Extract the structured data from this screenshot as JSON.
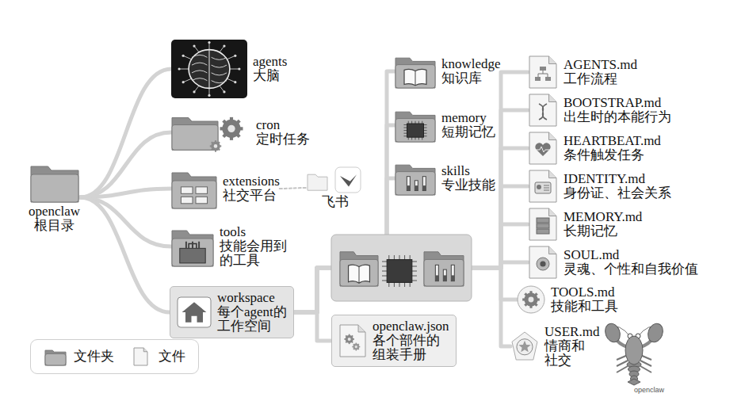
{
  "diagram": {
    "nodes": [
      {
        "text": [
          "openclaw",
          "根目录"
        ]
      },
      {
        "text": [
          "agents",
          "大脑"
        ]
      },
      {
        "text": [
          "cron",
          "定时任务"
        ]
      },
      {
        "text": [
          "extensions",
          "社交平台"
        ]
      },
      {
        "text": [
          "飞书"
        ]
      },
      {
        "text": [
          "tools",
          "技能会用到的工具"
        ]
      },
      {
        "text": [
          "workspace",
          "每个agent的工作空间"
        ]
      },
      {
        "text": [
          "knowledge",
          "知识库"
        ]
      },
      {
        "text": [
          "memory",
          "短期记忆"
        ]
      },
      {
        "text": [
          "skills",
          "专业技能"
        ]
      },
      {
        "text": [
          "openclaw.json",
          "各个部件的组装手册"
        ]
      },
      {
        "text": [
          "AGENTS.md",
          "工作流程"
        ]
      },
      {
        "text": [
          "BOOTSTRAP.md",
          "出生时的本能行为"
        ]
      },
      {
        "text": [
          "HEARTBEAT.md",
          "条件触发任务"
        ]
      },
      {
        "text": [
          "IDENTITY.md",
          "身份证、社会关系"
        ]
      },
      {
        "text": [
          "MEMORY.md",
          "长期记忆"
        ]
      },
      {
        "text": [
          "SOUL.md",
          "灵魂、个性和自我价值"
        ]
      },
      {
        "text": [
          "TOOLS.md",
          "技能和工具"
        ]
      },
      {
        "text": [
          "USER.md",
          "情商和社交"
        ]
      }
    ],
    "edges": [
      {
        "from": 0,
        "to": 1,
        "arrow": "none"
      },
      {
        "from": 0,
        "to": 2,
        "arrow": "none"
      },
      {
        "from": 0,
        "to": 3,
        "arrow": "none"
      },
      {
        "from": 0,
        "to": 5,
        "arrow": "none"
      },
      {
        "from": 0,
        "to": 6,
        "arrow": "none"
      },
      {
        "from": 3,
        "to": 4,
        "arrow": "none"
      },
      {
        "from": 6,
        "to": 7,
        "arrow": "none"
      },
      {
        "from": 6,
        "to": 8,
        "arrow": "none"
      },
      {
        "from": 6,
        "to": 9,
        "arrow": "none"
      },
      {
        "from": 6,
        "to": 10,
        "arrow": "none"
      },
      {
        "from": 6,
        "to": 11,
        "arrow": "none"
      },
      {
        "from": 6,
        "to": 12,
        "arrow": "none"
      },
      {
        "from": 6,
        "to": 13,
        "arrow": "none"
      },
      {
        "from": 6,
        "to": 14,
        "arrow": "none"
      },
      {
        "from": 6,
        "to": 15,
        "arrow": "none"
      },
      {
        "from": 6,
        "to": 16,
        "arrow": "none"
      },
      {
        "from": 6,
        "to": 17,
        "arrow": "none"
      },
      {
        "from": 6,
        "to": 18,
        "arrow": "none"
      }
    ],
    "labels": [
      "openclaw"
    ],
    "legend": [
      {
        "text": "文件夹"
      },
      {
        "text": "文件"
      }
    ]
  }
}
